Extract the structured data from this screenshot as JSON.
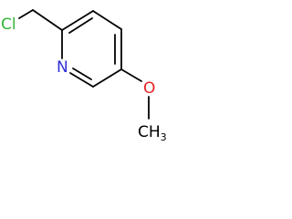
{
  "molecule": {
    "atoms": {
      "chlorine": "Cl",
      "nitrogen": "N",
      "oxygen": "O",
      "methyl_c": "CH",
      "methyl_sub": "3"
    },
    "colors": {
      "chlorine": "#33b533",
      "nitrogen": "#2f2fd8",
      "oxygen": "#e52222",
      "carbon": "#000000"
    }
  }
}
